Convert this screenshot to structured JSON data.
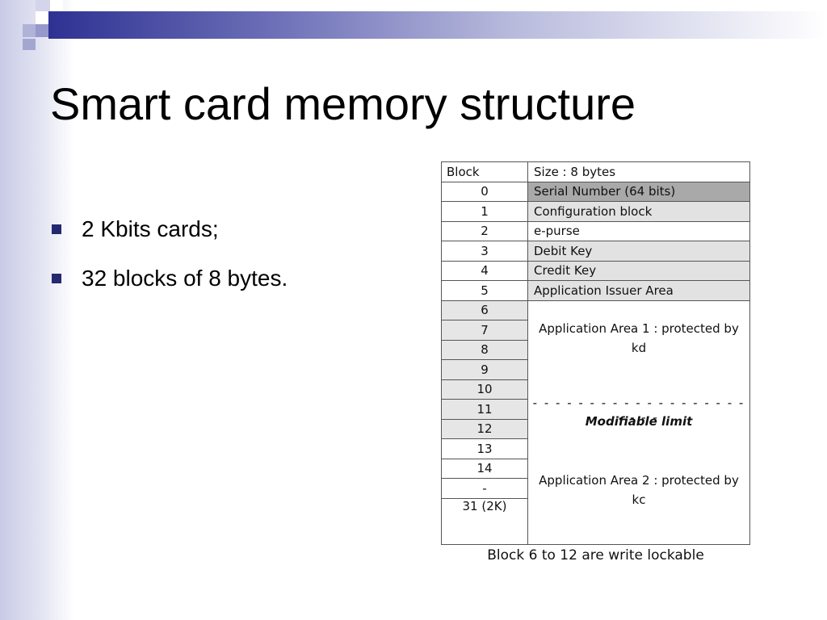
{
  "slide": {
    "title": "Smart card memory structure",
    "bullets": [
      "2 Kbits cards;",
      "32 blocks of 8 bytes."
    ]
  },
  "table": {
    "header": {
      "block": "Block",
      "size": "Size : 8 bytes"
    },
    "rows": [
      {
        "block": "0",
        "desc": "Serial Number (64 bits)"
      },
      {
        "block": "1",
        "desc": "Configuration block"
      },
      {
        "block": "2",
        "desc": "e-purse"
      },
      {
        "block": "3",
        "desc": "Debit Key"
      },
      {
        "block": "4",
        "desc": "Credit Key"
      },
      {
        "block": "5",
        "desc": "Application Issuer Area"
      }
    ],
    "area_blocks": [
      "6",
      "7",
      "8",
      "9",
      "10",
      "11",
      "12",
      "13",
      "14",
      "-",
      "31 (2K)"
    ],
    "area1": "Application Area 1 : protected by kd",
    "divider": "- - - - - - - - - - - - - - - - - - - - - - -",
    "modifiable_limit": "Modifiable limit",
    "area2": "Application Area 2 : protected by kc",
    "caption": "Block 6 to 12 are write lockable"
  }
}
